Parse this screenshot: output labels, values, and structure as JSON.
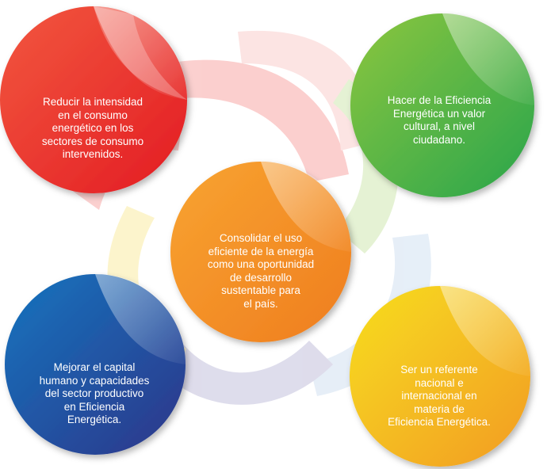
{
  "items": [
    {
      "id": "red",
      "text": "Reducir la intensidad\nen el consumo\nenergético en los\nsectores de consumo\nintervenidos.",
      "color_light": "#f04e3e",
      "color_dark": "#e11f26"
    },
    {
      "id": "green",
      "text": "Hacer de la Eficiencia\nEnergética un valor\ncultural, a nivel\nciudadano.",
      "color_light": "#7cc242",
      "color_dark": "#2fa84f"
    },
    {
      "id": "orange",
      "text": "Consolidar el uso\neficiente de la energía\ncomo una oportunidad\nde desarrollo\nsustentable para\nel país.",
      "color_light": "#f9a12e",
      "color_dark": "#f07f20"
    },
    {
      "id": "blue",
      "text": "Mejorar el capital\nhumano y capacidades\ndel sector productivo\nen Eficiencia\nEnergética.",
      "color_light": "#1a6ab3",
      "color_dark": "#2a3a8f"
    },
    {
      "id": "yellow",
      "text": "Ser un referente\nnacional e\ninternacional en\nmateria de\nEficiencia Energética.",
      "color_light": "#f5d21f",
      "color_dark": "#f2a024"
    }
  ]
}
